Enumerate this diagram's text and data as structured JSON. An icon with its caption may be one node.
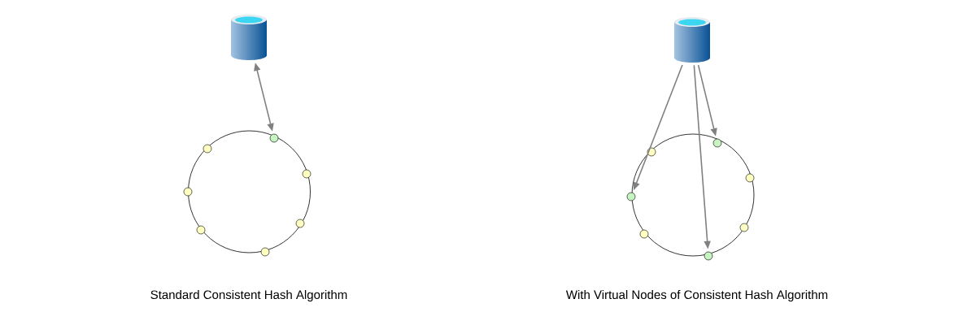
{
  "diagram": {
    "nodes": [
      {
        "text": [],
        "shape": "cylinder"
      },
      {
        "text": [],
        "shape": "circle"
      },
      {
        "text": [],
        "shape": "circle"
      },
      {
        "text": [],
        "shape": "circle"
      },
      {
        "text": [],
        "shape": "circle"
      },
      {
        "text": [],
        "shape": "circle"
      },
      {
        "text": [],
        "shape": "circle"
      },
      {
        "text": [],
        "shape": "circle"
      },
      {
        "text": [],
        "shape": "cylinder"
      },
      {
        "text": [],
        "shape": "circle"
      },
      {
        "text": [],
        "shape": "circle"
      },
      {
        "text": [],
        "shape": "circle"
      },
      {
        "text": [],
        "shape": "circle"
      },
      {
        "text": [],
        "shape": "circle"
      },
      {
        "text": [],
        "shape": "circle"
      },
      {
        "text": [],
        "shape": "circle"
      }
    ],
    "edges": [
      {
        "from": 0,
        "to": 1,
        "arrow": "both"
      },
      {
        "from": 8,
        "to": 12,
        "arrow": "to"
      },
      {
        "from": 8,
        "to": 15,
        "arrow": "to"
      },
      {
        "from": 8,
        "to": 10,
        "arrow": "to"
      }
    ],
    "labels": [
      "Standard Consistent Hash Algorithm",
      "With Virtual Nodes of Consistent Hash Algorithm"
    ]
  }
}
